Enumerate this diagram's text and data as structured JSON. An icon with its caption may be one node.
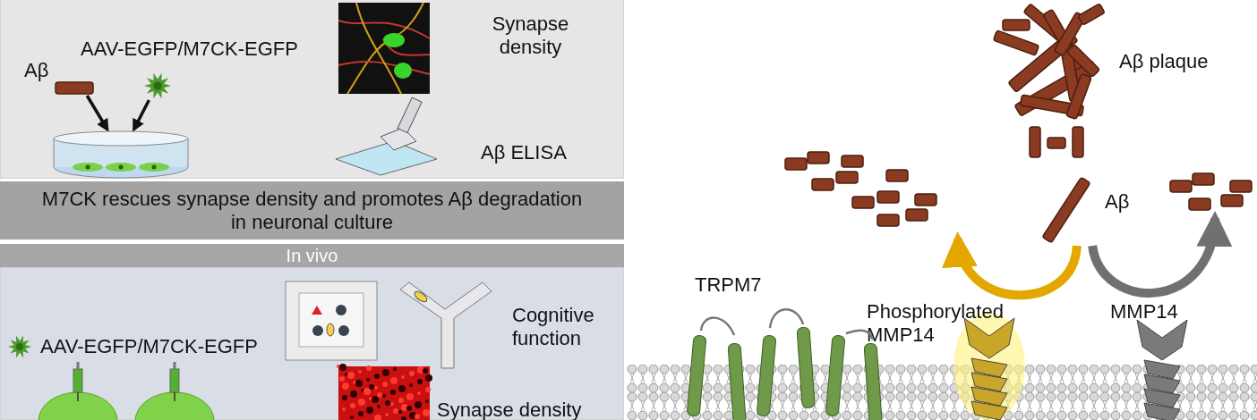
{
  "diagram": {
    "nodes": [
      {
        "text": [],
        "shape": "box"
      },
      {
        "text": [],
        "shape": "bar",
        "in": 0,
        "beside": [
          "Aβ"
        ]
      },
      {
        "text": [],
        "shape": "picture",
        "in": 0,
        "beside": [
          "AAV-EGFP/M7CK-EGFP"
        ]
      },
      {
        "text": [],
        "shape": "picture",
        "in": 0
      },
      {
        "text": [
          "M7CK rescues synapse density and promotes Aβ degradation in neuronal culture"
        ]
      },
      {
        "text": [
          "In vivo"
        ]
      },
      {
        "text": [],
        "shape": "box"
      },
      {
        "text": [],
        "shape": "picture",
        "beside": [
          "Aβ plaque"
        ]
      },
      {
        "text": [],
        "shape": "bar",
        "beside": [
          "Aβ"
        ]
      },
      {
        "text": [],
        "shape": "picture"
      },
      {
        "text": [],
        "shape": "picture"
      },
      {
        "text": [],
        "shape": "picture",
        "beside": [
          "Phosphorylated MMP14"
        ]
      },
      {
        "text": [],
        "shape": "picture",
        "beside": [
          "MMP14"
        ]
      }
    ],
    "edges": [
      {
        "from": 1,
        "to": 3,
        "arrow": "to"
      },
      {
        "from": 2,
        "to": 3,
        "arrow": "to"
      },
      {
        "from": 8,
        "to": 9,
        "arrow": "to",
        "style": "thick",
        "color": "#e3a700"
      },
      {
        "from": 8,
        "to": 10,
        "arrow": "to",
        "style": "thick",
        "color": "#707070"
      }
    ],
    "labels": [
      "Synapse density",
      "Aβ ELISA",
      "AAV-EGFP/M7CK-EGFP",
      "Cognitive function",
      "Synapse density",
      "TRPM7"
    ]
  }
}
